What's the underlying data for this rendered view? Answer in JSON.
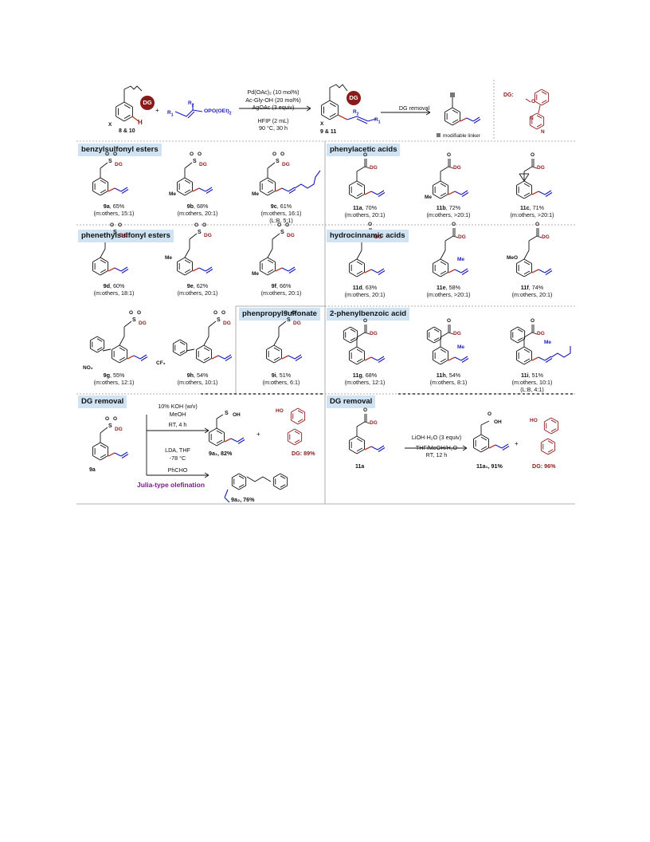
{
  "scheme": {
    "reactant_sub_label": "8 & 10",
    "reactant_dg": "DG",
    "reactant_h": "H",
    "reactant_x": "X",
    "alkene_r1": "R",
    "alkene_r2": "R",
    "alkene_opo": "OPO(OEt)",
    "plus": "+",
    "conditions": [
      "Pd(OAc)₂ (10 mol%)",
      "Ac-Gly-OH (20 mol%)",
      "AgOAc (3 equiv)",
      "HFIP (2 mL)",
      "90 °C, 30 h"
    ],
    "product_label": "9 & 11",
    "product_dg": "DG",
    "product_x": "X",
    "product_r1": "R",
    "product_r2": "R",
    "dg_removal_arrow": "DG removal",
    "modifiable_linker": "modifiable linker",
    "dg_definition_label": "DG:",
    "dg_n": "N"
  },
  "sections": {
    "benzylsulfonyl": "benzylsulfonyl esters",
    "phenylacetic": "phenylacetic acids",
    "phenethylsulfonyl": "phenethylsulfonyl esters",
    "hydrocinnamic": "hydrocinnamic acids",
    "phenpropylsulfonate": "phenpropylsulfonate",
    "phenylbenzoic": "2-phenylbenzoic acid",
    "dg_removal_left": "DG removal",
    "dg_removal_right": "DG removal"
  },
  "compounds": [
    {
      "id": "9a",
      "yield": ", 65%",
      "ratio": "(m:others, 15:1)",
      "extra": ""
    },
    {
      "id": "9b",
      "yield": ", 68%",
      "ratio": "(m:others, 20:1)",
      "extra": ""
    },
    {
      "id": "9c",
      "yield": ", 61%",
      "ratio": "(m:others, 16:1)",
      "extra": "(L:B, 5:1)"
    },
    {
      "id": "11a",
      "yield": ", 70%",
      "ratio": "(m:others, 20:1)",
      "extra": ""
    },
    {
      "id": "11b",
      "yield": ", 72%",
      "ratio": "(m:others, >20:1)",
      "extra": ""
    },
    {
      "id": "11c",
      "yield": ", 71%",
      "ratio": "(m:others, >20:1)",
      "extra": ""
    },
    {
      "id": "9d",
      "yield": ", 60%",
      "ratio": "(m:others, 18:1)",
      "extra": ""
    },
    {
      "id": "9e",
      "yield": ", 62%",
      "ratio": "(m:others, 20:1)",
      "extra": ""
    },
    {
      "id": "9f",
      "yield": ", 66%",
      "ratio": "(m:others, 20:1)",
      "extra": ""
    },
    {
      "id": "11d",
      "yield": ", 63%",
      "ratio": "(m:others, 20:1)",
      "extra": ""
    },
    {
      "id": "11e",
      "yield": ", 58%",
      "ratio": "(m:others, >20:1)",
      "extra": ""
    },
    {
      "id": "11f",
      "yield": ", 74%",
      "ratio": "(m:others, 20:1)",
      "extra": ""
    },
    {
      "id": "9g",
      "yield": ", 55%",
      "ratio": "(m:others, 12:1)",
      "extra": ""
    },
    {
      "id": "9h",
      "yield": ", 54%",
      "ratio": "(m:others, 10:1)",
      "extra": ""
    },
    {
      "id": "9i",
      "yield": ", 51%",
      "ratio": "(m:others, 6:1)",
      "extra": ""
    },
    {
      "id": "11g",
      "yield": ", 68%",
      "ratio": "(m:others, 12:1)",
      "extra": ""
    },
    {
      "id": "11h",
      "yield": ", 54%",
      "ratio": "(m:others, 8:1)",
      "extra": ""
    },
    {
      "id": "11i",
      "yield": ", 51%",
      "ratio": "(m:others, 10:1)",
      "extra": "(L:B, 4:1)"
    }
  ],
  "atom_labels": {
    "dg": "DG",
    "me": "Me",
    "meo": "MeO",
    "no2": "NO₂",
    "cf3": "CF₃",
    "s": "S",
    "o": "O",
    "oh": "OH",
    "ho": "HO",
    "n": "N"
  },
  "removal_left": {
    "substrate": "9a",
    "cond_top": [
      "10% KOH (w/v)",
      "MeOH",
      "RT, 4 h"
    ],
    "cond_bottom": [
      "LDA, THF",
      "-78 °C",
      "PhCHO"
    ],
    "julia": "Julia-type olefination",
    "product1": "9a₁, 82%",
    "dg_yield": "DG: 89%",
    "product2": "9a₂, 76%",
    "plus": "+"
  },
  "removal_right": {
    "substrate": "11a",
    "cond": [
      "LiOH·H₂O (3 equiv)",
      "THF/MeOH/H₂O",
      "RT, 12 h"
    ],
    "product": "11a₁, 91%",
    "dg_yield": "DG: 96%",
    "plus": "+"
  },
  "colors": {
    "dg_red": "#8b1a1a",
    "alkene_blue": "#1a1ab8",
    "bond_red": "#c0392b",
    "header_bg": "#cfe3f3",
    "purple": "#7b1a8b"
  }
}
